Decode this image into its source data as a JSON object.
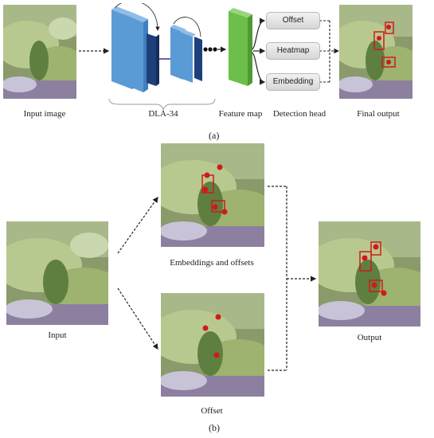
{
  "panel_a": {
    "caption": "(a)",
    "labels": {
      "input_image": "Input image",
      "backbone": "DLA-34",
      "feature_map": "Feature map",
      "detection_head": "Detection head",
      "final_output": "Final output"
    },
    "head_boxes": [
      "Offset",
      "Heatmap",
      "Embedding"
    ]
  },
  "panel_b": {
    "caption": "(b)",
    "labels": {
      "input": "Input",
      "embeddings_offsets": "Embeddings and offsets",
      "offset": "Offset",
      "output": "Output"
    }
  },
  "colors": {
    "backbone_light": "#5b9bd5",
    "backbone_dark": "#1f3f7a",
    "feature_map": "#6cbf4a",
    "detection_box": "#d11a1a",
    "detection_point": "#d11a1a"
  }
}
